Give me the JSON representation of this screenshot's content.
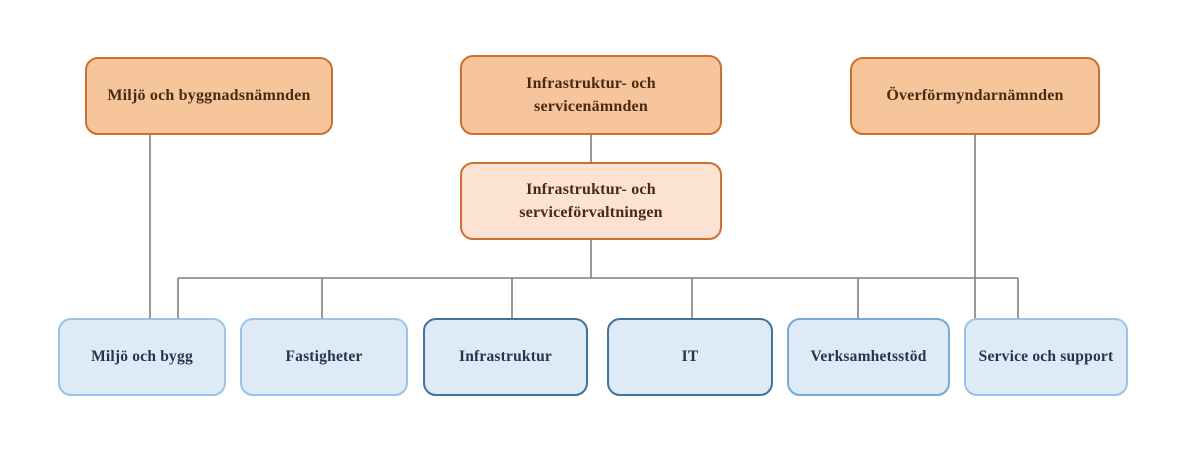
{
  "nodes": {
    "top": [
      {
        "id": "miljo-och-byggnadsnamnden",
        "lines": [
          "Miljö och byggnadsnämnden"
        ]
      },
      {
        "id": "infrastruktur-och-servicenamnden",
        "lines": [
          "Infrastruktur- och",
          "servicenämnden"
        ]
      },
      {
        "id": "overformyndarnamnden",
        "lines": [
          "Överförmyndarnämnden"
        ]
      }
    ],
    "middle": {
      "id": "infrastruktur-och-serviceforvaltningen",
      "lines": [
        "Infrastruktur- och",
        "serviceförvaltningen"
      ]
    },
    "bottom": [
      {
        "id": "miljo-och-bygg",
        "label": "Miljö och bygg"
      },
      {
        "id": "fastigheter",
        "label": "Fastigheter"
      },
      {
        "id": "infrastruktur",
        "label": "Infrastruktur"
      },
      {
        "id": "it",
        "label": "IT"
      },
      {
        "id": "verksamhetsstod",
        "label": "Verksamhetsstöd"
      },
      {
        "id": "service-och-support",
        "label": "Service och support"
      }
    ]
  },
  "edges": [
    {
      "from": "miljo-och-byggnadsnamnden",
      "to": "miljo-och-bygg"
    },
    {
      "from": "infrastruktur-och-servicenamnden",
      "to": "infrastruktur-och-serviceforvaltningen"
    },
    {
      "from": "infrastruktur-och-serviceforvaltningen",
      "to": "miljo-och-bygg"
    },
    {
      "from": "infrastruktur-och-serviceforvaltningen",
      "to": "fastigheter"
    },
    {
      "from": "infrastruktur-och-serviceforvaltningen",
      "to": "infrastruktur"
    },
    {
      "from": "infrastruktur-och-serviceforvaltningen",
      "to": "it"
    },
    {
      "from": "infrastruktur-och-serviceforvaltningen",
      "to": "verksamhetsstod"
    },
    {
      "from": "infrastruktur-och-serviceforvaltningen",
      "to": "service-och-support"
    },
    {
      "from": "overformyndarnamnden",
      "to": "service-och-support"
    }
  ],
  "colors": {
    "committee_fill": "#F6C59B",
    "committee_border": "#CF6F2E",
    "committee_text": "#4A2A10",
    "administration_fill": "#FBE2D2",
    "administration_border": "#CF6F2E",
    "department_fill": "#DEEBF7",
    "department_border_light": "#9CC3E5",
    "department_border_mid": "#74A9D8",
    "department_border_dark": "#41719C",
    "department_text": "#25354E",
    "connector": "#7F7F7F"
  }
}
